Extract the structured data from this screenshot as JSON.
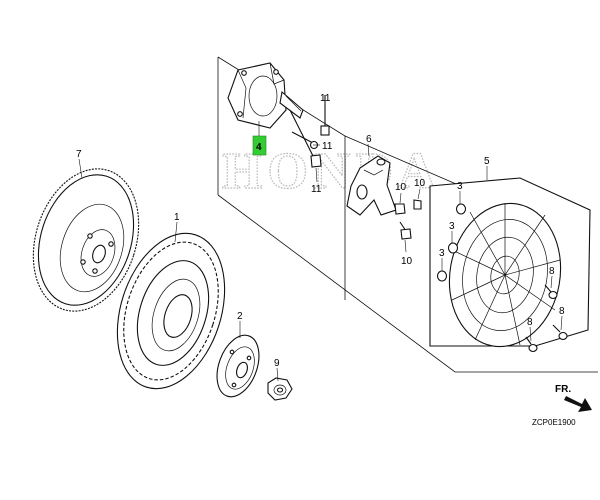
{
  "watermark": "HONDA",
  "diagram_code": "ZCP0E1900",
  "direction_label": "FR.",
  "highlight_color": "#33cc33",
  "labels": {
    "p1": "1",
    "p2": "2",
    "p3a": "3",
    "p3b": "3",
    "p3c": "3",
    "p4": "4",
    "p5": "5",
    "p6": "6",
    "p7": "7",
    "p8a": "8",
    "p8b": "8",
    "p8c": "8",
    "p9": "9",
    "p10a": "10",
    "p10b": "10",
    "p10c": "10",
    "p11a": "11",
    "p11b": "11",
    "p11c": "11"
  }
}
